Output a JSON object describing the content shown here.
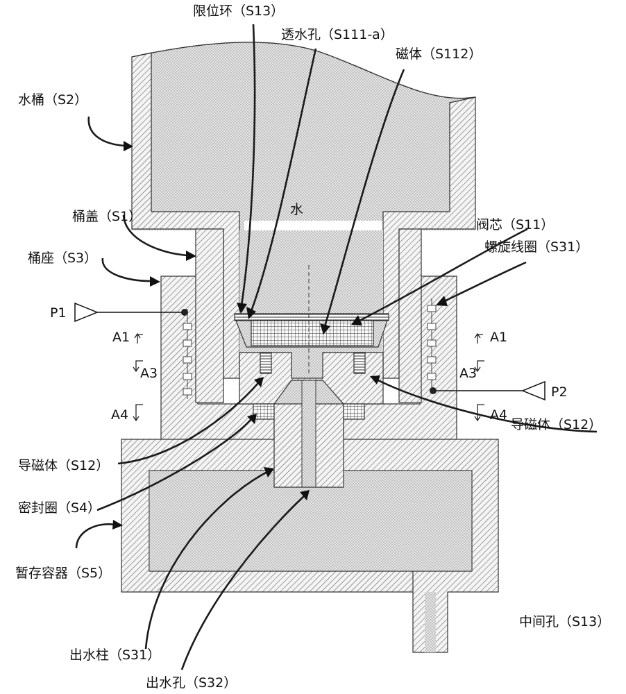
{
  "labels": {
    "limit_ring": "限位环（S13）",
    "permeable_hole": "透水孔（S111-a）",
    "magnet": "磁体（S112）",
    "bucket": "水桶（S2）",
    "water": "水",
    "bucket_lid": "桶盖（S1）",
    "bucket_seat": "桶座（S3）",
    "valve_core": "阀芯（S11）",
    "spiral_coil": "螺旋线圈（S31）",
    "p1": "P1",
    "p2": "P2",
    "a1_left": "A1",
    "a1_right": "A1",
    "a3_left": "A3",
    "a3_right": "A3",
    "a4_left": "A4",
    "a4_right": "A4",
    "magnetic_conductor_right": "导磁体（S12）",
    "magnetic_conductor_left": "导磁体（S12）",
    "seal_ring": "密封圈（S4）",
    "temp_container": "暂存容器（S5）",
    "middle_hole": "中间孔（S13）",
    "outlet_column": "出水柱（S31）",
    "outlet_hole": "出水孔（S32）"
  }
}
